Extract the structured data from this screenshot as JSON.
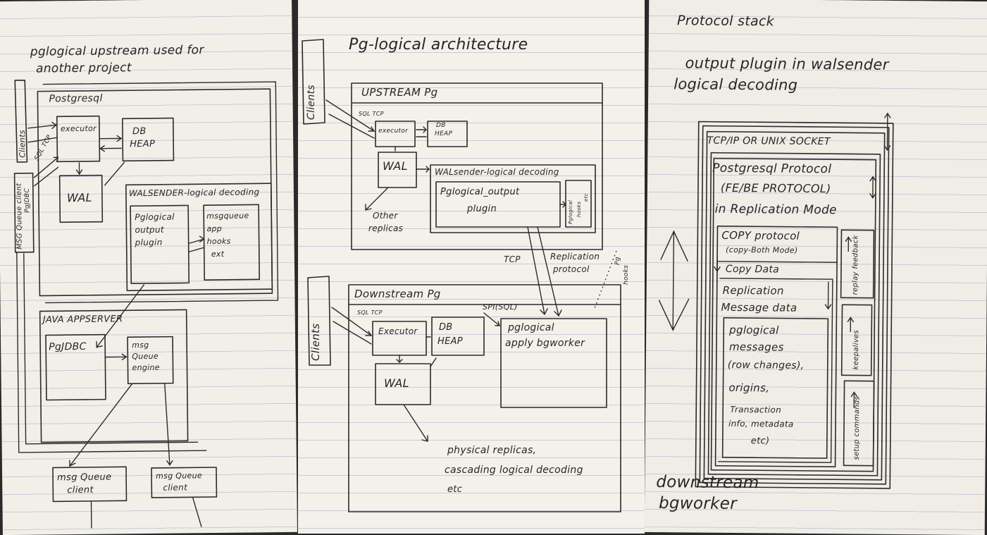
{
  "page1": {
    "title_line1": "pglogical upstream used for",
    "title_line2": "another project",
    "postgresql": "Postgresql",
    "client": "Clients",
    "sql_tcp": "SQL TCP",
    "executor": "executor",
    "db_heap_1": "DB",
    "db_heap_2": "HEAP",
    "wal": "WAL",
    "walsender": "WALSENDER-logical decoding",
    "plugin_1": "Pglogical",
    "plugin_2": "output",
    "plugin_3": "plugin",
    "mq_hooks_1": "msgqueue",
    "mq_hooks_2": "app",
    "mq_hooks_3": "hooks",
    "mq_hooks_4": "ext",
    "mq_client_side": "MSG Queue client",
    "pgjdbc_side": "PgJDBC",
    "java_appserver": "JAVA APPSERVER",
    "pgjdbc": "PgJDBC",
    "mq_engine_1": "msg",
    "mq_engine_2": "Queue",
    "mq_engine_3": "engine",
    "mq_client1_1": "msg Queue",
    "mq_client1_2": "client",
    "mq_client2_1": "msg Queue",
    "mq_client2_2": "client"
  },
  "page2": {
    "title": "Pg-logical architecture",
    "clients_top": "Clients",
    "upstream": "UPSTREAM Pg",
    "sql_tcp": "SQL TCP",
    "executor": "executor",
    "db_heap_1": "DB",
    "db_heap_2": "HEAP",
    "wal": "WAL",
    "walsender": "WALsender-logical decoding",
    "plugin_1": "Pglogical_output",
    "plugin_2": "plugin",
    "hooks_1": "Pglogical",
    "hooks_2": "hooks",
    "hooks_3": "etc",
    "other_replicas_1": "Other",
    "other_replicas_2": "replicas",
    "tcp": "TCP",
    "replication_1": "Replication",
    "replication_2": "protocol",
    "side_hooks_1": "Pg",
    "side_hooks_2": "hooks",
    "clients_bottom": "Clients",
    "downstream": "Downstream Pg",
    "sql_tcp_2": "SQL TCP",
    "spi": "SPI(SQL)",
    "executor_2": "Executor",
    "db_heap_b1": "DB",
    "db_heap_b2": "HEAP",
    "apply_1": "pglogical",
    "apply_2": "apply bgworker",
    "wal_2": "WAL",
    "foot_1": "physical replicas,",
    "foot_2": "cascading logical decoding",
    "foot_3": "etc"
  },
  "page3": {
    "title": "Protocol stack",
    "sub_1": "output plugin in walsender",
    "sub_2": "logical decoding",
    "tcp": "TCP/IP OR UNIX SOCKET",
    "pgproto_1": "Postgresql Protocol",
    "pgproto_2": "(FE/BE PROTOCOL)",
    "pgproto_3": "in Replication Mode",
    "copy_1": "COPY protocol",
    "copy_2": "(copy-Both Mode)",
    "copy_3": "Copy Data",
    "repmsg_1": "Replication",
    "repmsg_2": "Message data",
    "pglmsg_1": "pglogical",
    "pglmsg_2": "messages",
    "pglmsg_3": "(row changes),",
    "pglmsg_4": "origins,",
    "pglmsg_5": "Transaction",
    "pglmsg_6": "info, metadata",
    "pglmsg_7": "etc)",
    "replay_feedback": "replay feedback",
    "keepalives": "keepalives",
    "setup_commands": "setup commands",
    "downstream_1": "downstream",
    "downstream_2": "bgworker"
  }
}
